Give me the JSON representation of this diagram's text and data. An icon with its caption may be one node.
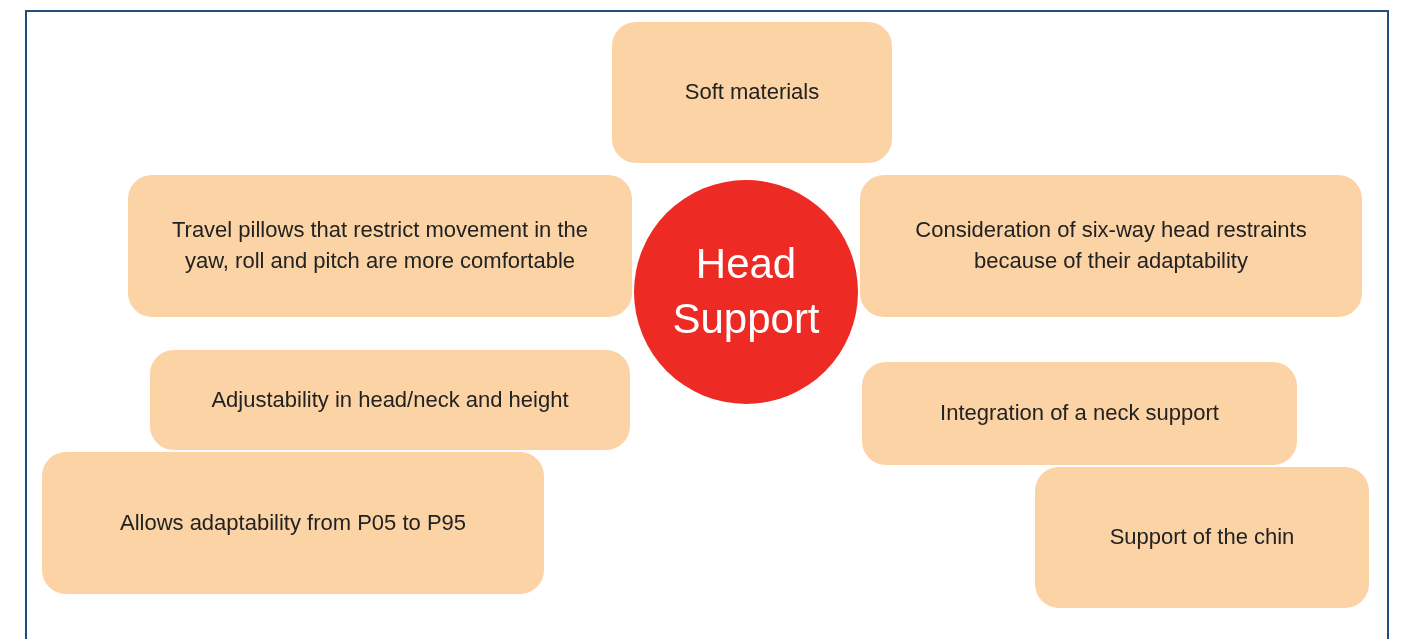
{
  "diagram": {
    "nodes": [
      {
        "text": [
          "Head Support"
        ]
      },
      {
        "text": [
          "Soft materials"
        ]
      },
      {
        "text": [
          "Travel pillows that restrict movement in the yaw, roll and pitch are more comfortable"
        ]
      },
      {
        "text": [
          "Consideration of six-way head restraints because of their adaptability"
        ]
      },
      {
        "text": [
          "Adjustability in head/neck and height"
        ]
      },
      {
        "text": [
          "Integration of a neck support"
        ]
      },
      {
        "text": [
          "Allows adaptability from P05 to P95"
        ]
      },
      {
        "text": [
          "Support of the chin"
        ]
      }
    ]
  }
}
